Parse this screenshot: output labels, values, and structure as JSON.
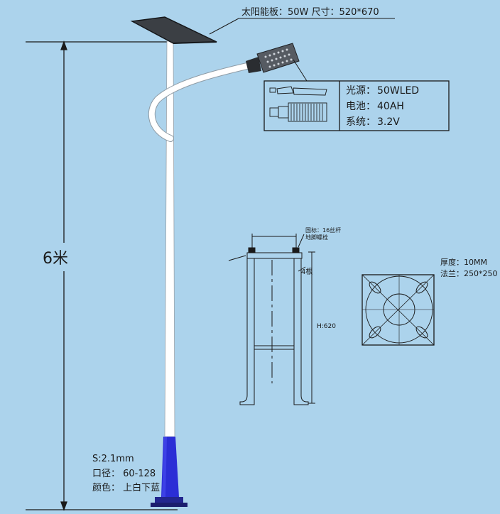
{
  "solar_panel": {
    "label": "太阳能板：50W   尺寸：520*670"
  },
  "height": {
    "label": "6米"
  },
  "lamp_specs": [
    {
      "key": "光源：",
      "value": "50WLED"
    },
    {
      "key": "电池：",
      "value": "40AH"
    },
    {
      "key": "系统：",
      "value": "3.2V"
    }
  ],
  "anchor_bolt": {
    "label_line1": "国标：16丝杆",
    "label_line2": "地脚螺栓",
    "count_label": "4根",
    "height_label": "H:620"
  },
  "flange": {
    "thickness": "厚度：10MM",
    "size": "法兰：250*250"
  },
  "pole": {
    "spec_thickness": "S:2.1mm",
    "spec_diameter": "口径：  60-128",
    "spec_color": "颜色：  上白下蓝"
  },
  "colors": {
    "background": "#acd3ec",
    "pole_top": "#ffffff",
    "pole_bottom": "#2b2ed6",
    "panel": "#3b3f44",
    "line": "#1a1a1a"
  }
}
